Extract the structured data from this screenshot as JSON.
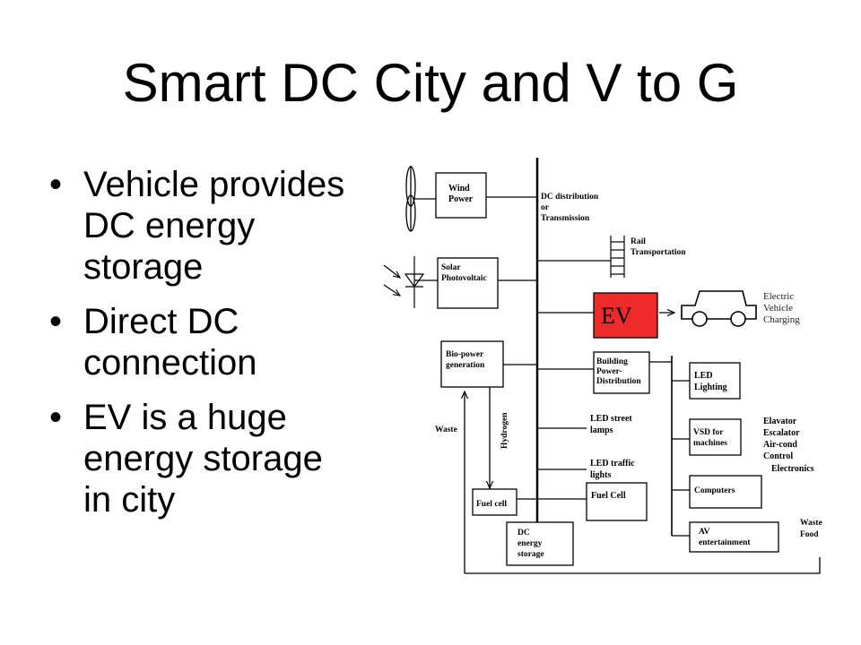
{
  "title": "Smart DC City and V to G",
  "bullets": [
    "Vehicle provides DC energy storage",
    "Direct DC connection",
    "EV is a huge energy storage in city"
  ],
  "diagram": {
    "wind": [
      "Wind",
      "Power"
    ],
    "dc_dist": [
      "DC distribution",
      "or",
      "Transmission"
    ],
    "solar": [
      "Solar",
      "Photovoltaic"
    ],
    "rail": [
      "Rail",
      "Transportation"
    ],
    "ev": "EV",
    "ev_charging": [
      "Electric",
      "Vehicle",
      "Charging"
    ],
    "biopower": [
      "Bio-power",
      "generation"
    ],
    "building": [
      "Building",
      "Power-",
      "Distribution"
    ],
    "led_lighting": [
      "LED",
      "Lighting"
    ],
    "waste_left": "Waste",
    "hydrogen": "Hydrogen",
    "led_street": [
      "LED street",
      "lamps"
    ],
    "vsd": [
      "VSD for",
      "machines"
    ],
    "elevator": [
      "Elavator",
      "Escalator",
      "Air-cond",
      "Control"
    ],
    "electronics": "Electronics",
    "led_traffic": [
      "LED traffic",
      "lights"
    ],
    "fuel_cell_small": "Fuel cell",
    "fuel_cell": "Fuel Cell",
    "computers": "Computers",
    "dc_storage": [
      "DC",
      "energy",
      "storage"
    ],
    "av": [
      "AV",
      "entertainment"
    ],
    "waste_food": [
      "Waste",
      "Food"
    ],
    "ev_color": "#ee2b2b"
  }
}
